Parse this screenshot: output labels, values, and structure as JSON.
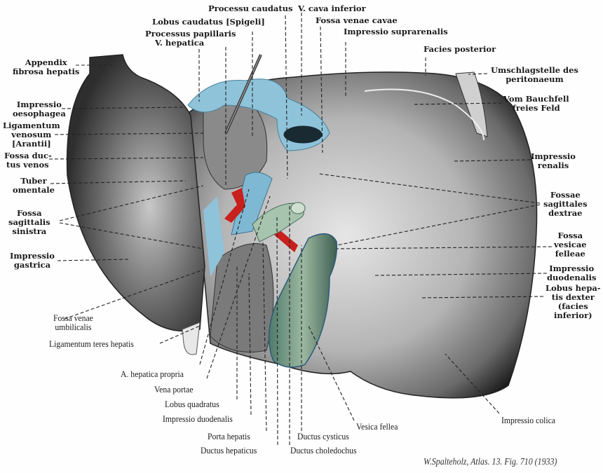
{
  "figure": {
    "labels": {
      "processu_caudatus": "Processu caudatus",
      "v_cava_inferior": "V. cava inferior",
      "lobus_caudatus": "Lobus caudatus [Spigeli]",
      "fossa_venae_cavae": "Fossa venae cavae",
      "processus_papillaris": "Processus papillaris",
      "v_hepatica": "V. hepatica",
      "impressio_suprarenalis": "Impressio suprarenalis",
      "facies_posterior": "Facies posterior",
      "appendix": [
        "Appendix",
        "fibrosa hepatis"
      ],
      "umschlagstelle": [
        "Umschlagstelle des",
        "peritonaeum"
      ],
      "impressio_oesophagea": [
        "Impressio",
        "oesophagea"
      ],
      "vom_bauchfell": [
        "Vom Bauchfell",
        "freies Feld"
      ],
      "ligamentum_venosum": [
        "Ligamentum",
        "venosum",
        "[Arantii]"
      ],
      "fossa_ductus": [
        "Fossa duc-",
        "tus venos"
      ],
      "impressio_renalis": [
        "Impressio",
        "renalis"
      ],
      "tuber_omentale": [
        "Tuber",
        "omentale"
      ],
      "fossae_sagittales_dextrae": [
        "Fossae",
        "sagittales",
        "dextrae"
      ],
      "fossa_sagittalis_sinistra": [
        "Fossa",
        "sagittalis",
        "sinistra"
      ],
      "fossa_vesicae_felleae": [
        "Fossa",
        "vesicae",
        "felleae"
      ],
      "impressio_gastrica": [
        "Impressio",
        "gastrica"
      ],
      "impressio_duodenalis_r": [
        "Impressio",
        "duodenalis"
      ],
      "lobus_hepatis_dexter": [
        "Lobus hepa-",
        "tis dexter",
        "(facies",
        "inferior)"
      ],
      "fossa_venae_umbilicalis": [
        "Fossa venae",
        "umbilicalis"
      ],
      "ligamentum_teres": "Ligamentum teres hepatis",
      "a_hepatica_propria": "A. hepatica propria",
      "vena_portae": "Vena portae",
      "lobus_quadratus": "Lobus quadratus",
      "impressio_duodenalis_b": "Impressio duodenalis",
      "porta_hepatis": "Porta hepatis",
      "vesica_fellea": "Vesica fellea",
      "impressio_colica": "Impressio colica",
      "ductus_cysticus": "Ductus cysticus",
      "ductus_hepaticus": "Ductus hepaticus",
      "ductus_choledochus": "Ductus choledochus"
    },
    "credit": "W.Spalteholz, Atlas. 13. Fig. 710 (1933)",
    "colors": {
      "vein": "#8fc3da",
      "artery": "#c8201c",
      "gallbladder": "#7f9f86",
      "liver_dark": "#3a3a3a",
      "liver_light": "#d8d8d8"
    }
  }
}
